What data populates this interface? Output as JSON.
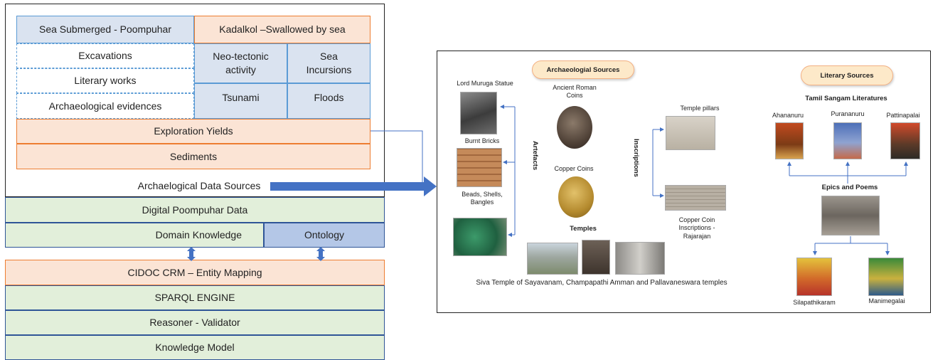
{
  "architecture": {
    "top": {
      "sea_submerged": "Sea Submerged - Poompuhar",
      "kadalkol": "Kadalkol –Swallowed by sea",
      "excavations": "Excavations",
      "literary_works": "Literary works",
      "archaeological_evidences": "Archaeological evidences",
      "neo_tectonic": "Neo-tectonic activity",
      "sea_incursions": "Sea Incursions",
      "tsunami": "Tsunami",
      "floods": "Floods",
      "exploration_yields": "Exploration Yields",
      "sediments": "Sediments",
      "data_sources_label": "Archaelogical Data Sources"
    },
    "layers": {
      "digital_data": "Digital Poompuhar Data",
      "domain_knowledge": "Domain Knowledge",
      "ontology": "Ontology",
      "cidoc": "CIDOC CRM – Entity Mapping",
      "sparql": "SPARQL ENGINE",
      "reasoner": "Reasoner - Validator",
      "knowledge_model": "Knowledge Model"
    }
  },
  "sources_panel": {
    "archaeological_pill": "Archaeologial Sources",
    "literary_pill": "Literary Sources",
    "lord_muruga": "Lord Muruga Statue",
    "ancient_roman": "Ancient Roman Coins",
    "burnt_bricks": "Burnt Bricks",
    "artefacts": "Artefacts",
    "copper_coins": "Copper Coins",
    "beads": "Beads, Shells, Bangles",
    "temples": "Temples",
    "inscriptions": "Inscriptions",
    "temple_pillars": "Temple pillars",
    "copper_coin_inscriptions": "Copper Coin Inscriptions - Rajarajan",
    "siva_temple": "Siva Temple of Sayavanam, Champapathi Amman and Pallavaneswara temples",
    "tamil_sangam": "Tamil Sangam Literatures",
    "ahananuru": "Ahananuru",
    "purananuru": "Purananuru",
    "pattinapalai": "Pattinapalai",
    "epics_poems": "Epics and Poems",
    "silapathikaram": "Silapathikaram",
    "manimegalai": "Manimegalai"
  },
  "colors": {
    "blue_fill": "#dae3f0",
    "orange_fill": "#fbe4d5",
    "green_fill": "#e2efda",
    "arrow_blue": "#4472c4"
  }
}
